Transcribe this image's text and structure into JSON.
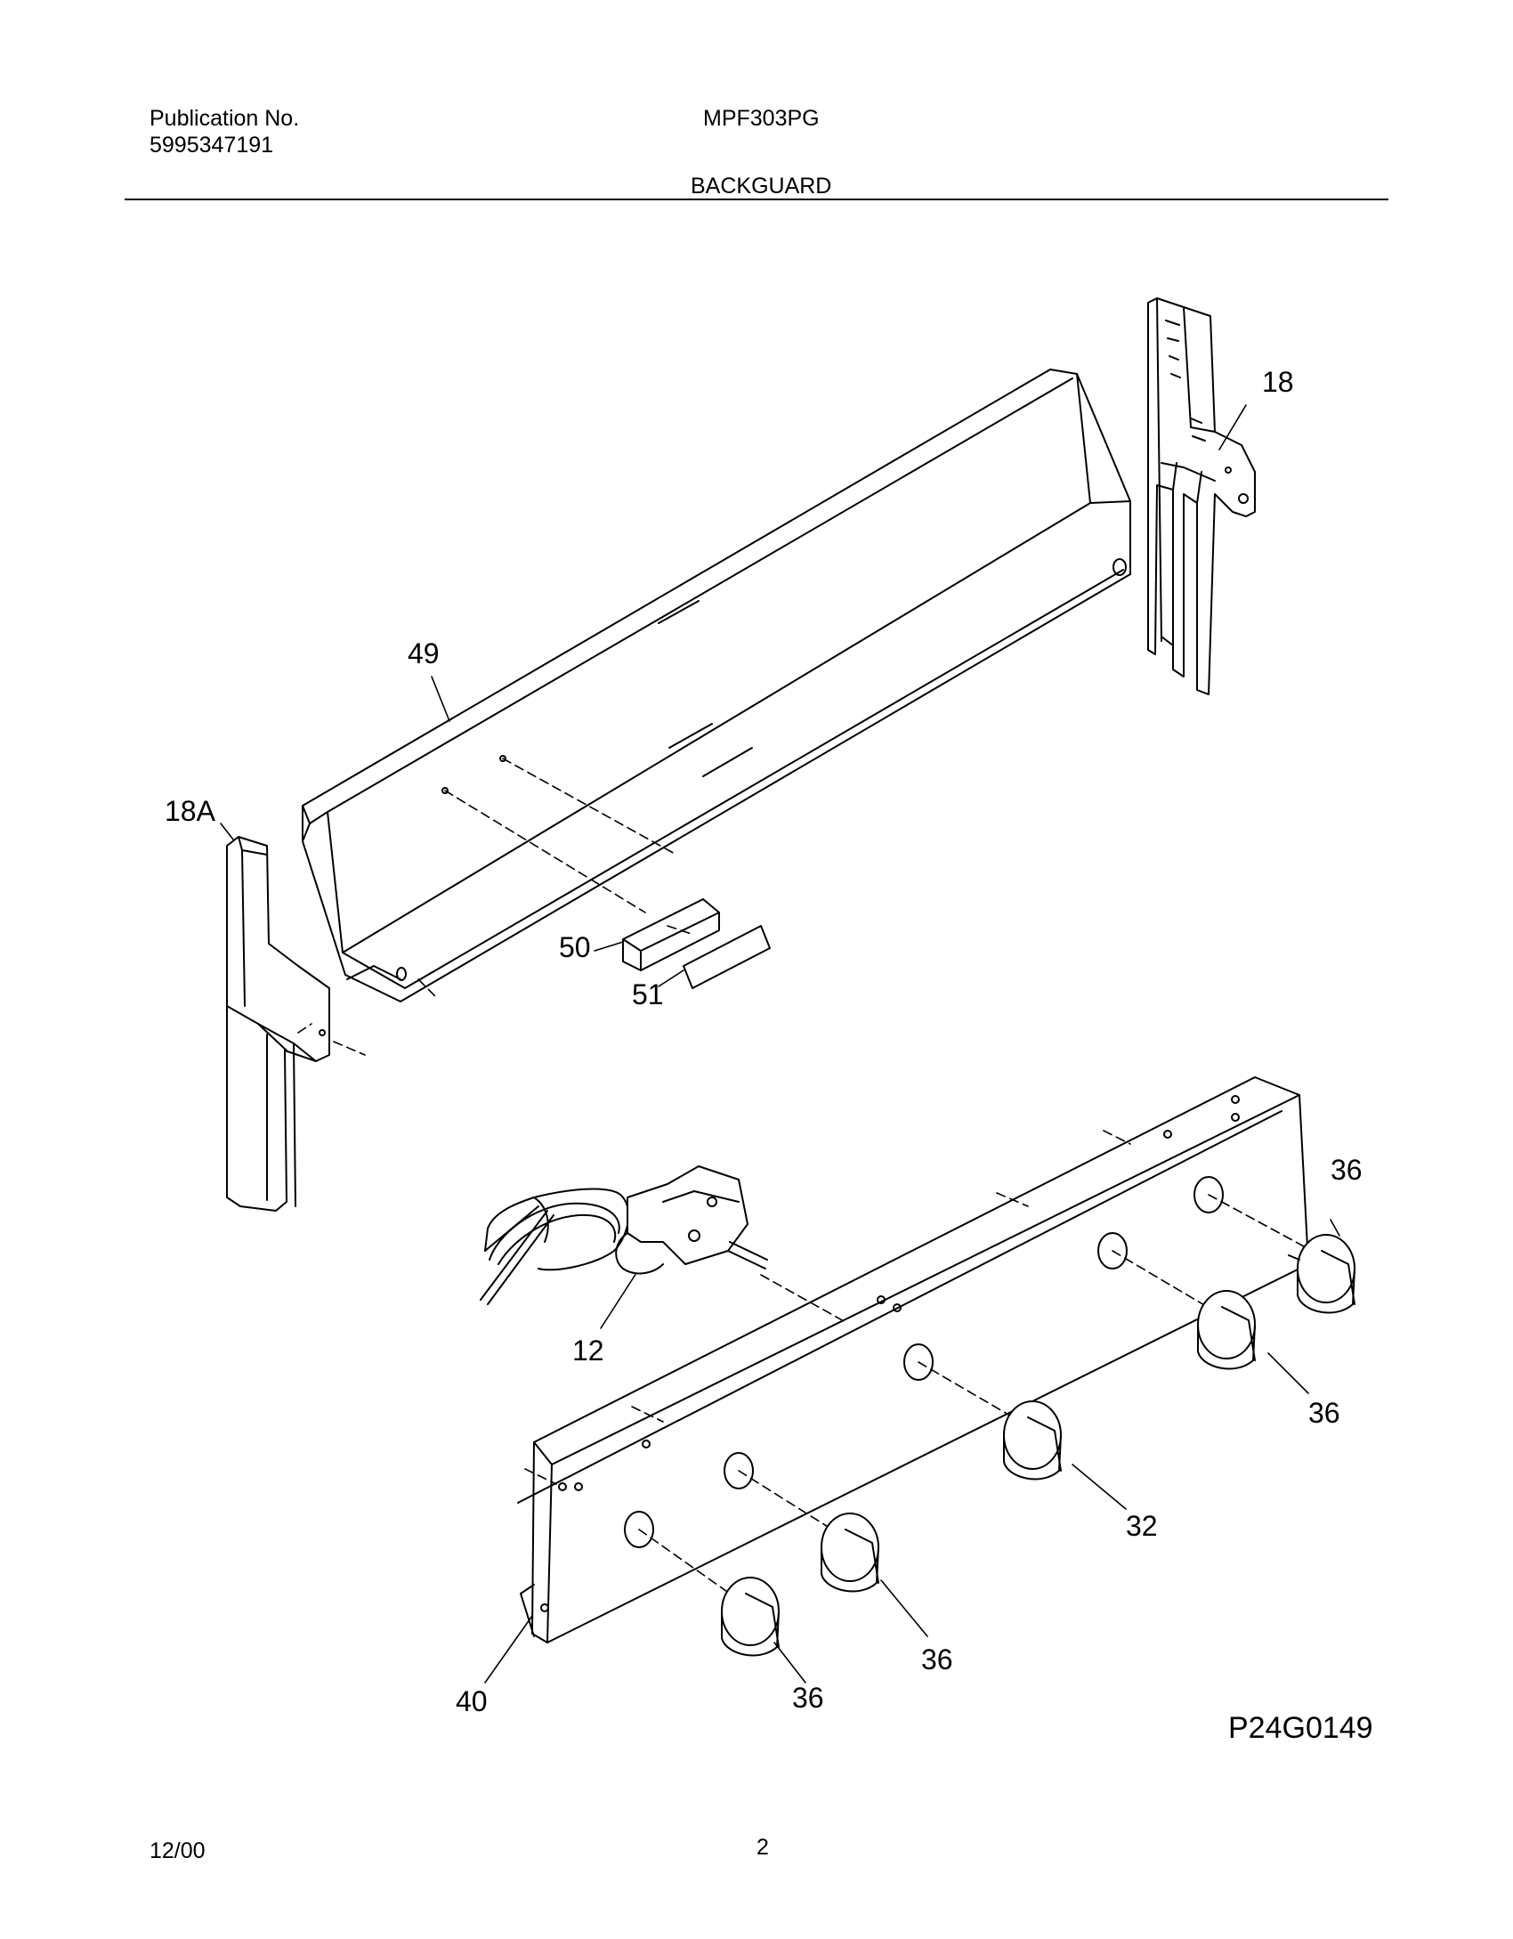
{
  "header": {
    "publication_label": "Publication No.",
    "publication_number": "5995347191",
    "model": "MPF303PG",
    "section_title": "BACKGUARD"
  },
  "diagram": {
    "figure_id": "P24G0149",
    "callouts": {
      "c18": "18",
      "c49": "49",
      "c18a": "18A",
      "c50": "50",
      "c51": "51",
      "c12": "12",
      "c36_a": "36",
      "c36_b": "36",
      "c32": "32",
      "c36_c": "36",
      "c40": "40",
      "c36_d": "36"
    }
  },
  "footer": {
    "date": "12/00",
    "page": "2"
  }
}
